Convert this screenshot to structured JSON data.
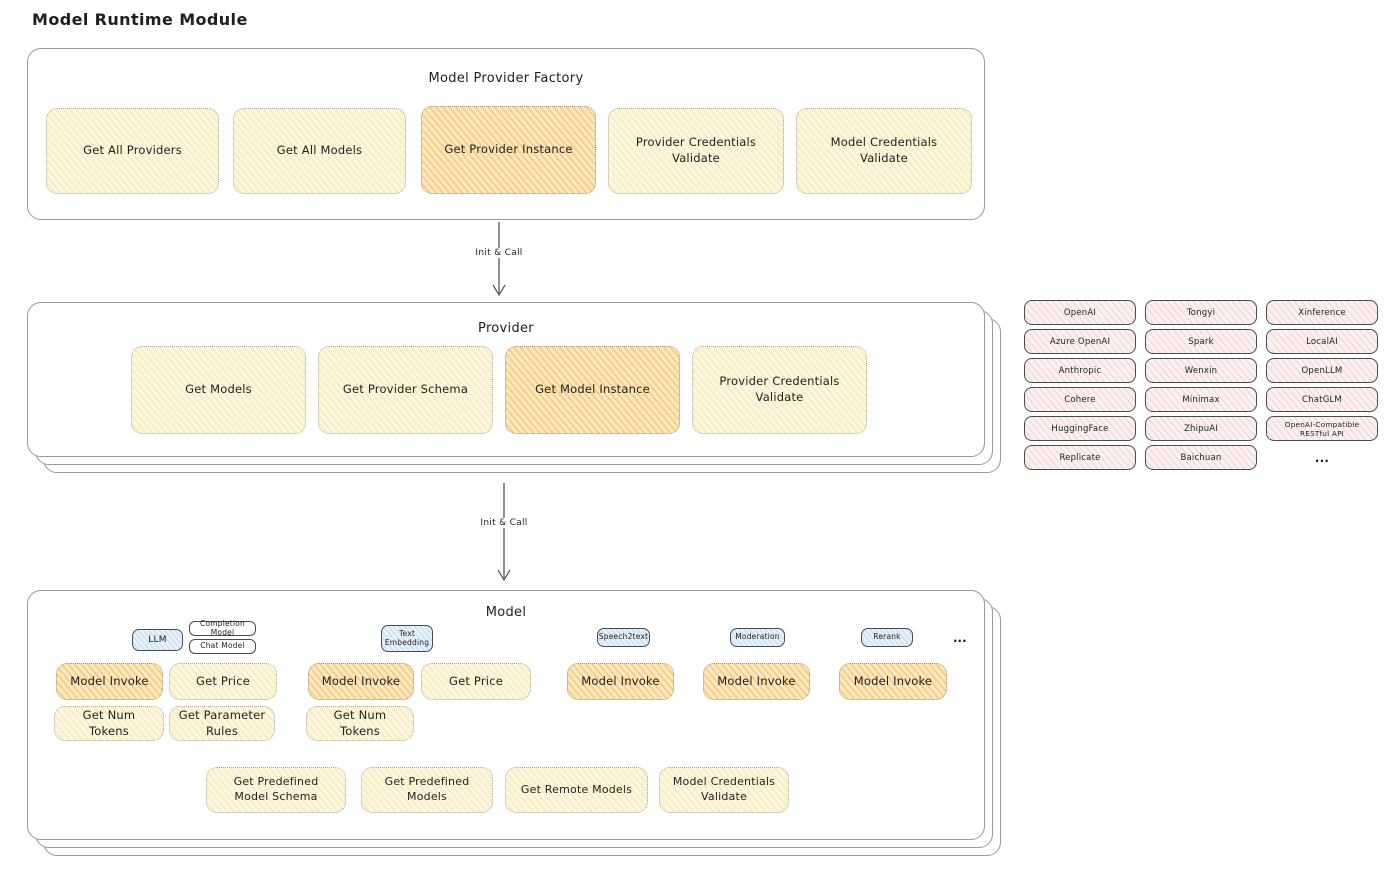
{
  "title": "Model Runtime Module",
  "colors": {
    "yellow_fill": "#fdf7e2",
    "orange_fill": "#fce8c2",
    "pink_fill": "#fdf2f2",
    "blue_fill": "#e8f2fb",
    "frame_border": "#939aa3",
    "tag_border": "#474c52",
    "text": "#1f1f1f"
  },
  "factory": {
    "title": "Model Provider Factory",
    "items": [
      {
        "label": "Get All Providers"
      },
      {
        "label": "Get All Models"
      },
      {
        "label": "Get Provider Instance"
      },
      {
        "label": "Provider Credentials Validate"
      },
      {
        "label": "Model Credentials Validate"
      }
    ]
  },
  "arrow1": {
    "label": "Init & Call"
  },
  "arrow2": {
    "label": "Init & Call"
  },
  "provider": {
    "title": "Provider",
    "items": [
      {
        "label": "Get Models"
      },
      {
        "label": "Get Provider Schema"
      },
      {
        "label": "Get Model Instance"
      },
      {
        "label": "Provider Credentials Validate"
      }
    ]
  },
  "providers_grid": {
    "cells": [
      "OpenAI",
      "Tongyi",
      "Xinference",
      "Azure OpenAI",
      "Spark",
      "LocalAI",
      "Anthropic",
      "Wenxin",
      "OpenLLM",
      "Cohere",
      "Minimax",
      "ChatGLM",
      "HuggingFace",
      "ZhipuAI",
      "OpenAI-Compatible RESTful API",
      "Replicate",
      "Baichuan",
      "..."
    ]
  },
  "model": {
    "title": "Model",
    "tags": {
      "llm": "LLM",
      "completion_model": "Completion Model",
      "chat_model": "Chat Model",
      "text_embedding": "Text Embedding",
      "speech2text": "Speech2text",
      "moderation": "Moderation",
      "rerank": "Rerank",
      "more": "..."
    },
    "nodes": {
      "model_invoke": "Model Invoke",
      "get_price": "Get Price",
      "get_num_tokens": "Get Num Tokens",
      "get_parameter_rules": "Get Parameter Rules",
      "get_predefined_model_schema": "Get Predefined Model Schema",
      "get_predefined_models": "Get Predefined Models",
      "get_remote_models": "Get Remote Models",
      "model_credentials_validate": "Model Credentials Validate"
    }
  }
}
